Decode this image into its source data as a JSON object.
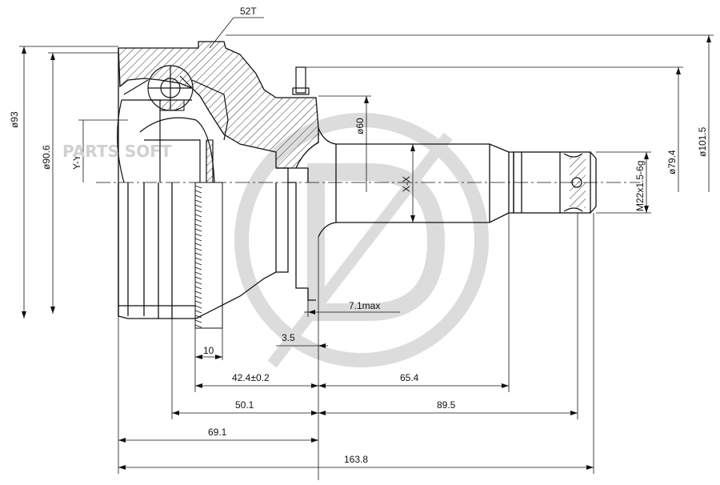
{
  "watermark": {
    "text": "PARTS SOFT",
    "color": "#d8d8d8"
  },
  "colors": {
    "line": "#111111",
    "hatch": "#333333",
    "watermark_logo": "#dcdcdc"
  },
  "dimensions": {
    "teeth": "52T",
    "dia_93": "ø93",
    "dia_90_6": "ø90.6",
    "axis_y": "Y-Y",
    "dia_60": "ø60",
    "axis_x": "X-X",
    "dia_79_4": "ø79.4",
    "dia_101_5": "ø101.5",
    "thread": "M22x1.5-6g",
    "d_7_1max": "7.1max",
    "d_3_5": "3.5",
    "d_10": "10",
    "d_42_4": "42.4±0.2",
    "d_65_4": "65.4",
    "d_50_1": "50.1",
    "d_89_5": "89.5",
    "d_69_1": "69.1",
    "d_163_8": "163.8"
  }
}
